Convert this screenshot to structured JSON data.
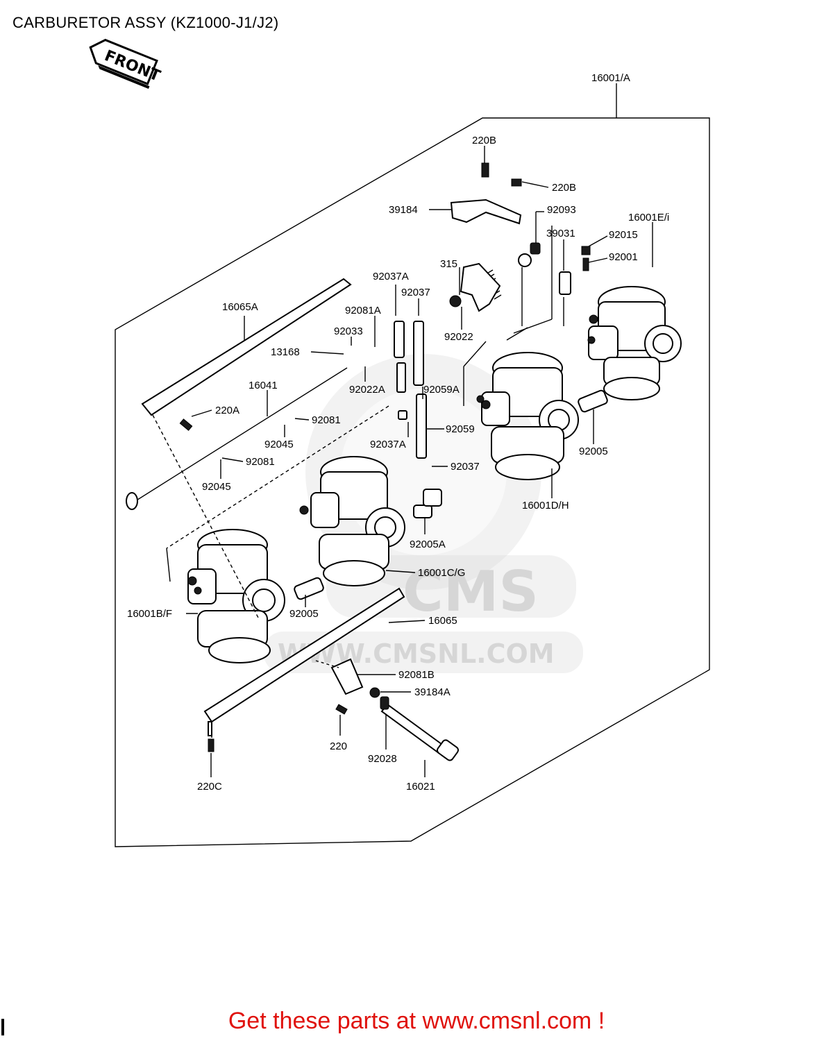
{
  "title": "CARBURETOR ASSY (KZ1000-J1/J2)",
  "front_arrow_label": "FRONT",
  "watermark": {
    "letters": "CMS",
    "url": "WWW.CMSNL.COM"
  },
  "parts": {
    "p16001A": "16001/A",
    "p220B_a": "220B",
    "p220B_b": "220B",
    "p39184": "39184",
    "p92093": "92093",
    "p16001Ei": "16001E/i",
    "p39031": "39031",
    "p92015": "92015",
    "p92001": "92001",
    "p315": "315",
    "p92037A_top": "92037A",
    "p92037_top": "92037",
    "p92081A": "92081A",
    "p92033": "92033",
    "p92022": "92022",
    "p16065A": "16065A",
    "p13168": "13168",
    "p92022A": "92022A",
    "p92059A": "92059A",
    "p16041": "16041",
    "p220A": "220A",
    "p92081_a": "92081",
    "p92045_a": "92045",
    "p92037A_mid": "92037A",
    "p92059": "92059",
    "p92005_right": "92005",
    "p92081_b": "92081",
    "p92045_b": "92045",
    "p92037_mid": "92037",
    "p16001DH": "16001D/H",
    "p92005A": "92005A",
    "p16001CG": "16001C/G",
    "p16001BF": "16001B/F",
    "p92005_left": "92005",
    "p16065": "16065",
    "p92081B": "92081B",
    "p39184A": "39184A",
    "p220": "220",
    "p92028": "92028",
    "p16021": "16021",
    "p220C": "220C"
  },
  "footer": {
    "text": "Get these parts at www.cmsnl.com !",
    "color": "#e0120d"
  }
}
